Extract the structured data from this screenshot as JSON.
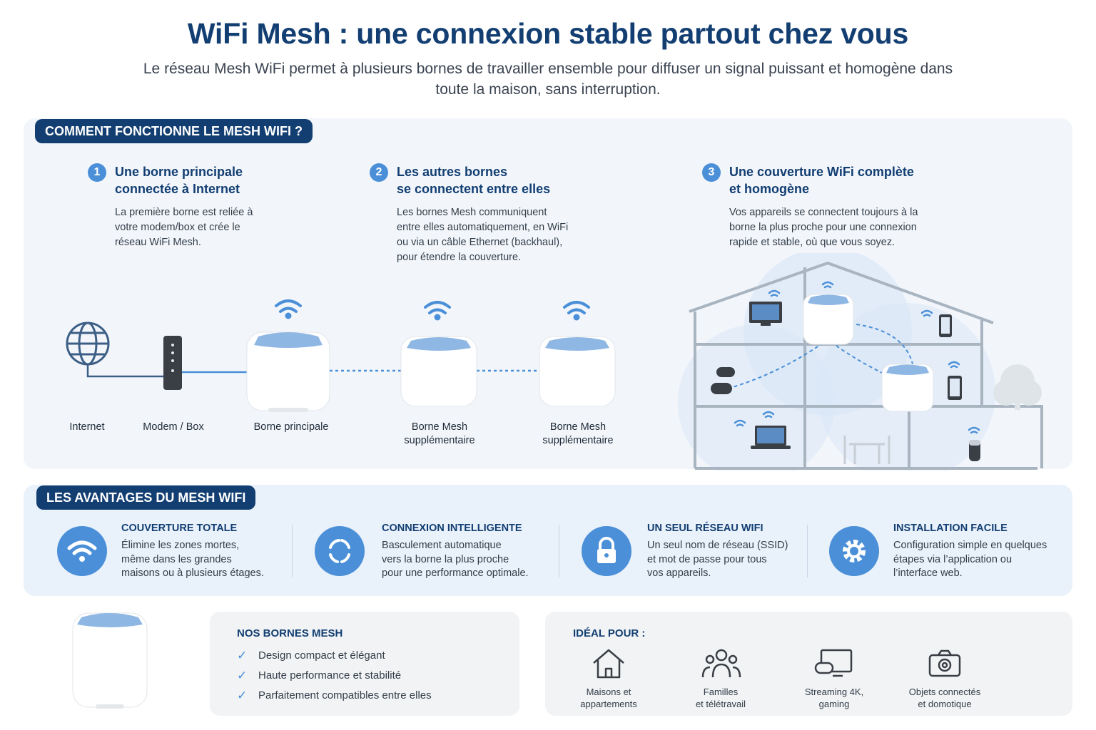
{
  "header": {
    "title": "WiFi Mesh : une connexion stable partout chez vous",
    "subtitle": "Le réseau Mesh WiFi permet à plusieurs bornes de travailler ensemble pour diffuser un signal puissant et homogène dans toute la maison, sans interruption."
  },
  "how": {
    "heading": "COMMENT FONCTIONNE LE MESH WIFI ?",
    "steps": [
      {
        "num": "1",
        "title": "Une borne principale\nconnectée à Internet",
        "desc": "La première borne est reliée à\nvotre modem/box et crée le\nréseau WiFi Mesh."
      },
      {
        "num": "2",
        "title": "Les autres bornes\nse connectent entre elles",
        "desc": "Les bornes Mesh communiquent\nentre elles automatiquement, en WiFi\nou via un câble Ethernet (backhaul),\npour étendre la couverture."
      },
      {
        "num": "3",
        "title": "Une couverture WiFi complète\net homogène",
        "desc": "Vos appareils se connectent toujours à la\nborne la plus proche pour une connexion\nrapide et stable, où que vous soyez."
      }
    ],
    "labels": {
      "internet": "Internet",
      "modem": "Modem / Box",
      "main": "Borne principale",
      "mesh1": "Borne Mesh\nsupplémentaire",
      "mesh2": "Borne Mesh\nsupplémentaire"
    }
  },
  "advantages": {
    "heading": "LES AVANTAGES DU MESH WIFI",
    "items": [
      {
        "icon": "wifi-icon",
        "title": "COUVERTURE TOTALE",
        "desc": "Élimine les zones mortes,\nmême dans les grandes\nmaisons ou à plusieurs étages."
      },
      {
        "icon": "switch-arrows-icon",
        "title": "CONNEXION INTELLIGENTE",
        "desc": "Basculement automatique\nvers la borne la plus proche\npour une performance optimale."
      },
      {
        "icon": "lock-icon",
        "title": "UN SEUL RÉSEAU WIFI",
        "desc": "Un seul nom de réseau (SSID)\net mot de passe pour tous\nvos appareils."
      },
      {
        "icon": "gear-icon",
        "title": "INSTALLATION FACILE",
        "desc": "Configuration simple en quelques\nétapes via l’application ou\nl’interface web."
      }
    ]
  },
  "products": {
    "title": "NOS BORNES MESH",
    "checks": [
      "Design compact et élégant",
      "Haute performance et stabilité",
      "Parfaitement compatibles entre elles"
    ]
  },
  "ideal": {
    "title": "IDÉAL POUR :",
    "items": [
      {
        "icon": "house-icon",
        "label": "Maisons et\nappartements"
      },
      {
        "icon": "family-icon",
        "label": "Familles\net télétravail"
      },
      {
        "icon": "gaming-screen-icon",
        "label": "Streaming 4K,\ngaming"
      },
      {
        "icon": "camera-icon",
        "label": "Objets connectés\net domotique"
      }
    ]
  },
  "colors": {
    "navy": "#123e72",
    "accent": "#4a8fd8",
    "panel": "#f2f6fb"
  }
}
